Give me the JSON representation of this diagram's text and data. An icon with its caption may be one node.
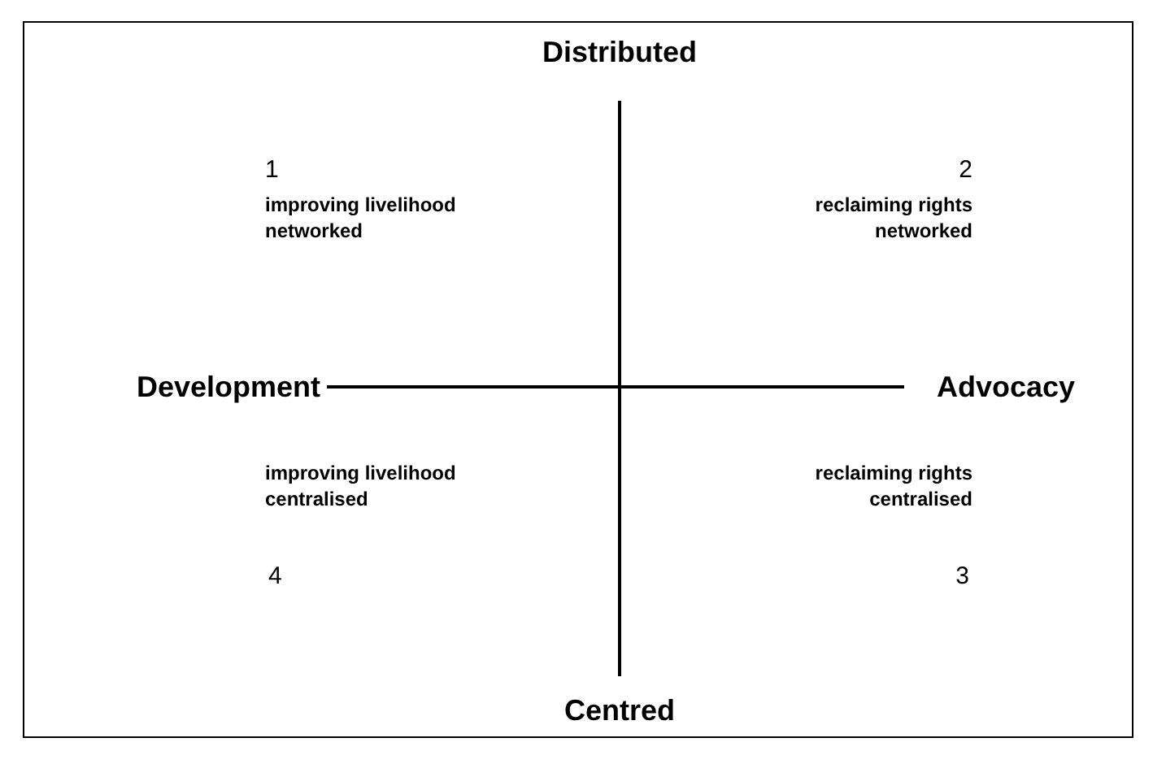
{
  "diagram": {
    "labels": [
      "Distributed",
      "1",
      "2",
      "improving livelihood networked",
      "reclaiming rights networked",
      "Development",
      "Advocacy",
      "improving livelihood centralised",
      "reclaiming rights centralised",
      "4",
      "3",
      "Centred"
    ]
  }
}
